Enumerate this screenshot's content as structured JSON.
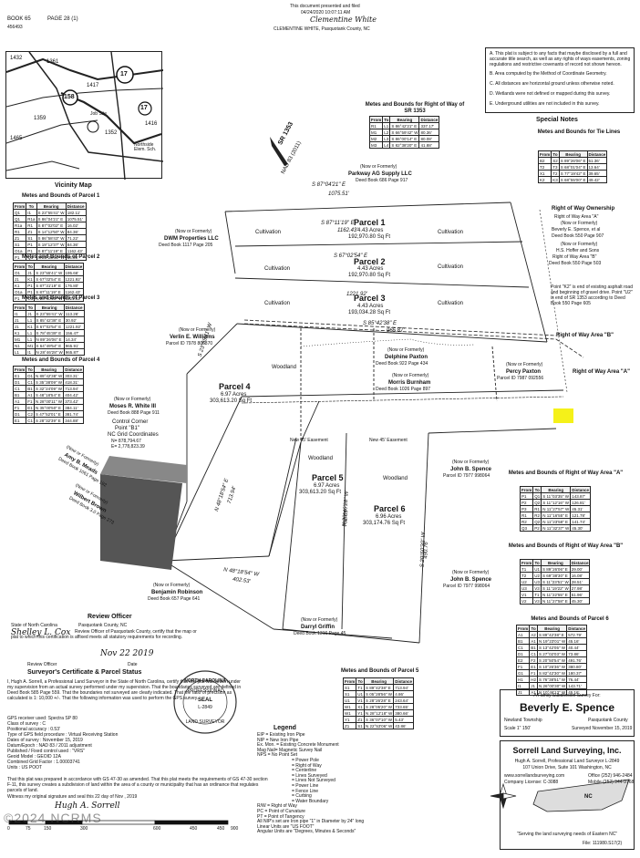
{
  "header": {
    "book": "BOOK 65",
    "page": "PAGE 28 (1)",
    "id": "456493",
    "recorded_line1": "This document presented and filed",
    "recorded_line2": "04/24/2020 10:07:11 AM",
    "recorder": "CLEMENTINE WHITE, Pasquotank County, NC",
    "signature": "Clementine White"
  },
  "vicinity": {
    "title": "Vicinity Map",
    "labels": [
      "1432",
      "1361",
      "17",
      "1417",
      "158",
      "Job Site",
      "1359",
      "1352",
      "1465",
      "17",
      "1416",
      "Northside Elem. Sch."
    ]
  },
  "notes": [
    "A. This plat is subject to any facts that maybe disclosed by a full and accurate title search, as well as any rights of ways easements, zoning regulations and restrictive covenants of record not shown hereon.",
    "B. Area computed by the Method of Coordinate Geometry.",
    "C. All distances are horizontal ground unless otherwise noted.",
    "D. Wetlands were not defined or mapped during this survey.",
    "E. Underground utilities are not included in this survey."
  ],
  "special_notes_title": "Special Notes",
  "tables": {
    "row_sr1353": {
      "title": "Metes and Bounds for Right of Way of SR 1353",
      "headers": [
        "From",
        "To",
        "Bearing",
        "Distance"
      ],
      "rows": [
        [
          "R1",
          "L1",
          "S 86°42'21\" E",
          "337.17'"
        ],
        [
          "M1",
          "L2",
          "S 66°59'42\" W",
          "80.36'"
        ],
        [
          "M2",
          "L3",
          "S 86°00'14\" E",
          "80.08'"
        ],
        [
          "M3",
          "L4",
          "S 82°38'20\" E",
          "41.88'"
        ]
      ]
    },
    "tie_lines": {
      "title": "Metes and Bounds for Tie Lines",
      "headers": [
        "From",
        "To",
        "Bearing",
        "Distance"
      ],
      "rows": [
        [
          "B2",
          "S2",
          "S 89°26'06\" E",
          "51.36'"
        ],
        [
          "T2",
          "T3",
          "S 68°01'04\" E",
          "13.64'"
        ],
        [
          "X1",
          "T2",
          "S 77°19'42\" E",
          "39.65'"
        ],
        [
          "K2",
          "K3",
          "S 68°55'00\" E",
          "49.42'"
        ]
      ]
    },
    "parcel1": {
      "title": "Metes and Bounds of Parcel 1",
      "headers": [
        "From",
        "To",
        "Bearing",
        "Distance"
      ],
      "rows": [
        [
          "Q1",
          "I1",
          "S 23°55'41\" W",
          "182.11'"
        ],
        [
          "Q1",
          "R1a",
          "S 86°04'21\" E",
          "1075.51'"
        ],
        [
          "R1a",
          "R1",
          "S 87°02'02\" E",
          "16.02'"
        ],
        [
          "R1",
          "Z1",
          "S 14°12'50\" W",
          "84.36'"
        ],
        [
          "Z1",
          "S1",
          "S 86°58'43\" W",
          "71.22'"
        ],
        [
          "S1",
          "P1",
          "S 19°12'37\" W",
          "84.36'"
        ],
        [
          "O1a",
          "P1",
          "S 87°11'19\" E",
          "1162.43'"
        ],
        [
          "P1",
          "Q1",
          "N 25°23'41\" W",
          "84.09'"
        ]
      ]
    },
    "parcel2": {
      "title": "Metes and Bounds of Parcel 2",
      "headers": [
        "From",
        "To",
        "Bearing",
        "Distance"
      ],
      "rows": [
        [
          "O1",
          "J1",
          "S 23°55'41\" W",
          "195.66'"
        ],
        [
          "J1",
          "K1",
          "S 67°02'54\" E",
          "1221.92'"
        ],
        [
          "K1",
          "P1",
          "S 87°31'19\" E",
          "176.80'"
        ],
        [
          "O1a",
          "P1",
          "S 87°11'19\" E",
          "1162.43'"
        ],
        [
          "P1",
          "O1",
          "N 28°40'20\" W",
          "1221.92'"
        ]
      ]
    },
    "parcel3": {
      "title": "Metes and Bounds of Parcel 3",
      "headers": [
        "From",
        "To",
        "Bearing",
        "Distance"
      ],
      "rows": [
        [
          "I1",
          "J1",
          "S 23°55'41\" W",
          "113.26'"
        ],
        [
          "J1",
          "L1",
          "S 85°42'38\" E",
          "30.92'"
        ],
        [
          "J1",
          "K1",
          "S 67°02'54\" E",
          "1221.92'"
        ],
        [
          "K1",
          "L1",
          "S 78°45'39\" E",
          "156.47'"
        ],
        [
          "M1",
          "L1",
          "N 89°26'06\" E",
          "14.34'"
        ],
        [
          "N1",
          "M1",
          "S 64°49'54\" E",
          "965.91'"
        ],
        [
          "L1",
          "I1",
          "N 28°46'28\" W",
          "965.87'"
        ]
      ]
    },
    "parcel4": {
      "title": "Metes and Bounds of Parcel 4",
      "headers": [
        "From",
        "To",
        "Bearing",
        "Distance"
      ],
      "rows": [
        [
          "E1",
          "D1",
          "N 89°42'38\" W",
          "303.31'"
        ],
        [
          "D1",
          "C1",
          "S 35°38'09\" W",
          "418.31'"
        ],
        [
          "C1",
          "B1",
          "S 32°24'09\" W",
          "713.94'"
        ],
        [
          "B1",
          "A1",
          "S 48°18'54\" E",
          "404.42'"
        ],
        [
          "A1",
          "F1",
          "N 28°00'11\" W",
          "373.42'"
        ],
        [
          "F1",
          "E1",
          "N 35°00'50\" E",
          "384.11'"
        ],
        [
          "D1",
          "C2",
          "S 47°52'01\" E",
          "381.74'"
        ],
        [
          "E1",
          "C1",
          "S 28°32'39\" E",
          "344.88'"
        ]
      ]
    },
    "row_a": {
      "title": "Metes and Bounds of Right of Way Area \"A\"",
      "headers": [
        "From",
        "To",
        "Bearing",
        "Distance"
      ],
      "rows": [
        [
          "P1",
          "Q1",
          "S 11°03'35\" W",
          "143.87'"
        ],
        [
          "P2",
          "Q2",
          "S 11°12'16\" W",
          "126.81'"
        ],
        [
          "P3",
          "R1",
          "N 11°27'57\" W",
          "45.31'"
        ],
        [
          "R1",
          "R2",
          "N 11°16'55\" E",
          "121.78'"
        ],
        [
          "R2",
          "Q2",
          "N 11°23'58\" E",
          "141.74'"
        ],
        [
          "Q3",
          "P2",
          "N 11°32'37\" W",
          "45.30'"
        ]
      ]
    },
    "row_b": {
      "title": "Metes and Bounds of Right of Way Area \"B\"",
      "headers": [
        "From",
        "To",
        "Bearing",
        "Distance"
      ],
      "rows": [
        [
          "T1",
          "U1",
          "S 89°26'06\" E",
          "29.00'"
        ],
        [
          "T2",
          "U2",
          "S 69°38'30\" E",
          "16.08'"
        ],
        [
          "U2",
          "U3",
          "S 11°23'51\" W",
          "28.51'"
        ],
        [
          "U3",
          "V3",
          "S 11°19'22\" W",
          "27.98'"
        ],
        [
          "V1",
          "T1",
          "N 11°22'55\" E",
          "51.96'"
        ],
        [
          "V2",
          "V3",
          "N 11°27'58\" E",
          "45.30'"
        ]
      ]
    },
    "parcel6": {
      "title": "Metes and Bounds of Parcel 6",
      "headers": [
        "From",
        "To",
        "Bearing",
        "Distance"
      ],
      "rows": [
        [
          "A1",
          "A2",
          "S 89°42'38\" E",
          "572.79'"
        ],
        [
          "B1",
          "A1",
          "N 19°23'01\" W",
          "45.16'"
        ],
        [
          "C1",
          "B1",
          "S 13°42'05\" W",
          "40.44'"
        ],
        [
          "D1",
          "C1",
          "S 27°02'03\" W",
          "73.86'"
        ],
        [
          "E2",
          "F2",
          "S 20°50'54\" W",
          "491.76'"
        ],
        [
          "F1",
          "E1",
          "S 10°26'36\" W",
          "380.80'"
        ],
        [
          "G1",
          "F1",
          "S 82°42'30\" W",
          "180.37'"
        ],
        [
          "H1",
          "H2",
          "S 76°38'51\" W",
          "76.44'"
        ],
        [
          "I1",
          "J1",
          "N 26°00'30\" W",
          "143.71'"
        ],
        [
          "J1",
          "A1",
          "N 10°46'12\" W",
          "45.16'"
        ]
      ]
    },
    "parcel5": {
      "title": "Metes and Bounds of Parcel 5",
      "headers": [
        "From",
        "To",
        "Bearing",
        "Distance"
      ],
      "rows": [
        [
          "S1",
          "T1",
          "S 89°42'38\" E",
          "713.94'"
        ],
        [
          "S1",
          "U1",
          "S 05°28'56\" W",
          "4.86'"
        ],
        [
          "U1",
          "V1",
          "S 28°26'28\" E",
          "243.64'"
        ],
        [
          "W1",
          "X1",
          "S 28°05'20\" W",
          "733.65'"
        ],
        [
          "W1",
          "Y1",
          "N 28°12'18\" W",
          "380.66'"
        ],
        [
          "Y1",
          "Z1",
          "S 36°07'10\" W",
          "5.43'"
        ],
        [
          "Z1",
          "S1",
          "N 22°53'06\" W",
          "43.86'"
        ]
      ]
    }
  },
  "row_ownership": {
    "title": "Right of Way Ownership",
    "area_a": "Right of Way Area \"A\"",
    "nf1": "(Now or Formerly)",
    "owner_a": "Beverly E. Spence, et al",
    "deed_a": "Deed Book 550 Page 907",
    "nf2": "(Now or Formerly)",
    "owner_b1": "H.S. Hoffer and Sons",
    "owner_b2": "Right of Way Area \"B\"",
    "deed_b": "Deed Book 550 Page 503"
  },
  "point_note": "Point \"K2\" is end of existing asphalt road and beginning of gravel drive. Point \"U2\" is end of SR 1353 according to Deed Book 550 Page 605",
  "map_labels": {
    "parcel1": "Parcel 1",
    "parcel1_ac": "4.43 Acres",
    "parcel1_sf": "192,970.80 Sq Ft",
    "parcel2": "Parcel 2",
    "parcel2_ac": "4.43 Acres",
    "parcel2_sf": "192,970.80 Sq Ft",
    "parcel3": "Parcel 3",
    "parcel3_ac": "4.43 Acres",
    "parcel3_sf": "193,034.28 Sq Ft",
    "parcel4": "Parcel 4",
    "parcel4_ac": "6.97 Acres",
    "parcel4_sf": "303,613.20 Sq Ft",
    "parcel5": "Parcel 5",
    "parcel5_ac": "6.97 Acres",
    "parcel5_sf": "303,613.20 Sq Ft",
    "parcel6": "Parcel 6",
    "parcel6_ac": "6.96 Acres",
    "parcel6_sf": "303,174.76 Sq Ft",
    "cultivation": "Cultivation",
    "woodland": "Woodland",
    "parkway_nf": "(Now or Formerly)",
    "parkway": "Parkway AG Supply LLC",
    "parkway_deed": "Deed Book 686 Page 917",
    "dwm_nf": "(Now or Formerly)",
    "dwm": "DWM Properties LLC",
    "dwm_deed": "Deed Book 1117 Page 205",
    "verlin_nf": "(Now or Formerly)",
    "verlin": "Verlin E. Williams",
    "verlin_deed": "Parcel ID 7978 806370",
    "delphine_nf": "(Now or Formerly)",
    "delphine": "Delphine Paxton",
    "delphine_deed": "Deed Book 922 Page 434",
    "percy_nf": "(Now or Formerly)",
    "percy": "Percy Paxton",
    "percy_deed": "Parcel ID 7987 092556",
    "morris_nf": "(Now or Formerly)",
    "morris": "Morris Burnham",
    "morris_deed": "Deed Book 1026 Page 897",
    "moses_nf": "(Now or Formerly)",
    "moses": "Moses R. White III",
    "moses_deed": "Deed Book 888 Page 911",
    "control_corner": "Control Corner",
    "point_b1": "Point \"B1\"",
    "nc_grid": "NC Grid Coordinates",
    "northing": "N= 878,794.67",
    "easting": "E= 2,778,823.39",
    "amy_nf": "(Now or Formerly)",
    "amy": "Amy B. Meads",
    "amy_deed": "Deed Book 1061 Page 192",
    "wilbert_nf": "(Now or Formerly)",
    "wilbert": "Wilbert Brown",
    "wilbert_deed": "Deed Book 3.0 Page 273",
    "john1_nf": "(Now or Formerly)",
    "john1": "John B. Spence",
    "john1_deed": "Parcel ID 7977 998064",
    "john2_nf": "(Now or Formerly)",
    "john2": "John B. Spence",
    "john2_deed": "Parcel ID 7977 998064",
    "benjamin_nf": "(Now or Formerly)",
    "benjamin": "Benjamin Robinson",
    "benjamin_deed": "Deed Book 657 Page 641",
    "darryl_nf": "(Now or Formerly)",
    "darryl": "Darryl Griffin",
    "darryl_deed": "Deed Book 1316 Page 45",
    "easement1": "New 45' Easement",
    "easement2": "New 45' Easement",
    "row_area_a": "Right of Way Area \"A\"",
    "row_area_b": "Right of Way Area \"B\"",
    "sr1353": "SR 1353",
    "nad": "NAD 83 (2011)",
    "d1": "S 87°04'21\" E",
    "d1v": "1075.51'",
    "d2": "S 87°11'19\" E",
    "d2v": "1162.43'",
    "d3": "S 67°02'54\" E",
    "d3v": "1221.92'",
    "d4": "S 85°42'38\" E",
    "d4v": "965.87'",
    "d5": "S 23°55'41\" W",
    "d5v": "183.03'",
    "d6": "N 48°18'54\" E",
    "d6v": "713.94'",
    "d7": "N 48°18'54\" W",
    "d7v": "402.53'",
    "d8": "N 28°46'28\" W",
    "d8v": "732.65'",
    "d9": "S 20°50'30\" W",
    "d9v": "490.76'"
  },
  "review": {
    "title": "Review Officer",
    "state": "State of North Carolina",
    "county": "Pasquotank County, NC",
    "certify": "Review Officer of Pasquotank County, certify that the map or plat to which this certification is affixed meets all statutory requirements for recording.",
    "sig": "Shelley L. Cox",
    "date_sig": "Nov 22 2019",
    "role": "Review Officer",
    "date": "Date"
  },
  "surveyor_cert": {
    "title": "Surveyor's Certificate & Parcel Status",
    "body": "I, Hugh A. Sorrell, a Professional Land Surveyor in the State of North Carolina, certify that this plat was drawn under my supervision from an actual survey performed under my supervision. That the boundaries surveyed are defined in Deed Book 585 Page 559. That the boundaries not surveyed are clearly indicated. That the ratio of precision as calculated is 1: 10,000 +/-. That the following information was used to perform the GPS survey.",
    "gps_lines": [
      "GPS receiver used: Spectra SP 80",
      "Class of survey :  C",
      "Positional accuracy : 0.53'",
      "Type of GPS field procedure : Virtual Receiving Station",
      "Dates of survey : November 15, 2019",
      "Datum/Epoch : NAD 83 / 2011 adjustment",
      "Published / Fixed control used : \"VRS\"",
      "Geoid Model : GEOID 12A",
      "Combined Grid Factor : 1.00003741",
      "Units : US POOT"
    ],
    "closing": "That this plat was prepared in accordance with GS 47-30 as amended. That this plat meets the requirements of GS 47-30 section F-11, this survey creates a subdivision of land within the area of a county or municipality that has an ordinance that regulates parcels of land.",
    "witness": "Witness my original signature and seal this 22 day of Nov , 2019",
    "signature": "Hugh A. Sorrell",
    "scale_labels": [
      "0",
      "75",
      "150",
      "300",
      "600",
      "450",
      "450",
      "900"
    ]
  },
  "legend": {
    "title": "Legend",
    "items": [
      "EIP = Existing Iron Pipe",
      "NIP = New Iron Pipe",
      "Ex. Mon. = Existing Concrete Monument",
      "Mag Nail= Magnetic Survey Nail",
      "NPS = No Point Set",
      "= Power Pole",
      "= Right of Way",
      "= Centerline",
      "= Lines Surveyed",
      "= Lines Not Surveyed",
      "= Power Line",
      "= Fence Line",
      "= Curbing",
      "= Water Boundary",
      "R/W = Right of Way",
      "PC = Point of Curvature",
      "PT = Point of Tangency",
      "All NIP's set are Iron pipe \"1\" in Diameter by 24\" long",
      "Linear Units are \"US FOOT\"",
      "Angular Units are \"Degrees, Minutes & Seconds\""
    ]
  },
  "title_block": {
    "subtitle": "A Family Subdivision Survey For:",
    "name": "Beverly E. Spence",
    "township": "Newland Township",
    "county": "Pasquotank County",
    "scale": "Scale 1\" 150'",
    "surveyed": "Surveyed November 15, 2019"
  },
  "company": {
    "name": "Sorrell Land Surveying, Inc.",
    "line1": "Hugh A. Sorrell, Professional Land Surveyor L-2849",
    "line2": "107 Union Drive, Suite 101  Washington, NC",
    "web": "www.sorrellandsurveying.com",
    "license": "Company License: C-3088",
    "office": "Office (252) 946-2484",
    "mobile": "Mobile (252) 944-9768",
    "tagline": "\"Serving the land surveying needs of Eastern NC\"",
    "file": "File: 111980.S17(2)",
    "nc": "NC"
  },
  "seal": {
    "line1": "NORTH CAROLINA",
    "line2": "PROFESSIONAL",
    "line3": "SEAL",
    "line4": "L-2849",
    "line5": "LAND SURVEYOR"
  },
  "watermark": "©2024 NCRMS"
}
